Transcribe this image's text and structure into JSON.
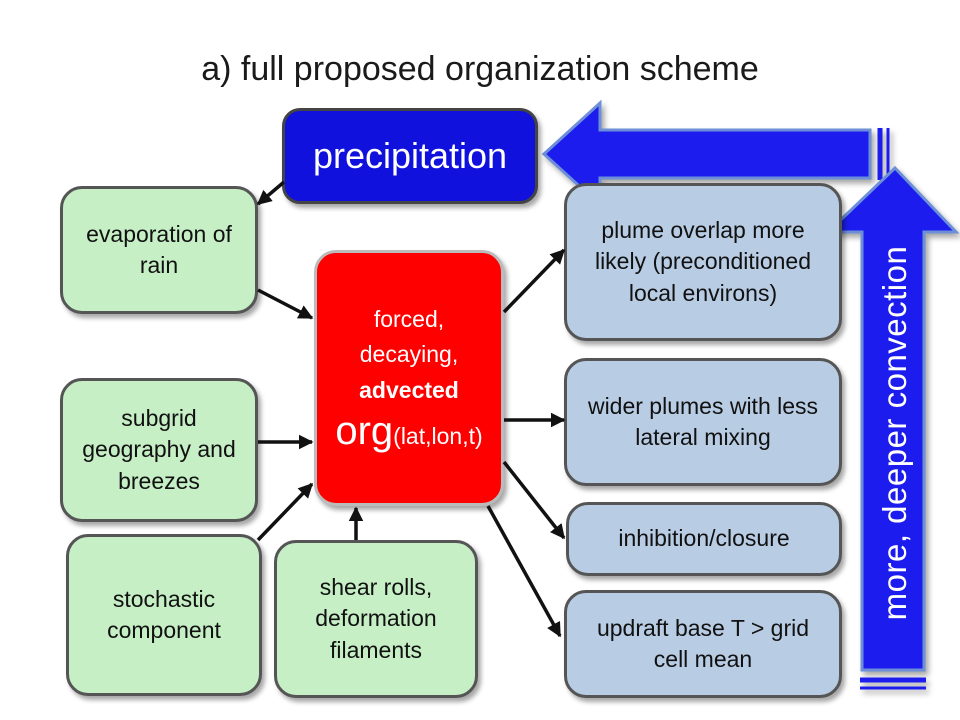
{
  "title": "a) full proposed organization scheme",
  "nodes": {
    "precipitation": "precipitation",
    "evaporation": "evaporation of rain",
    "subgrid": "subgrid geography and breezes",
    "stochastic": "stochastic component",
    "shear": "shear rolls, deformation filaments",
    "org": {
      "line1": "forced,",
      "line2": "decaying,",
      "line3": "advected",
      "big": "org",
      "sub": "(lat,lon,t)"
    },
    "plume_overlap": "plume overlap more likely (preconditioned local environs)",
    "wider_plumes": "wider plumes with less lateral mixing",
    "inhibition": "inhibition/closure",
    "updraft": "updraft base T > grid cell mean"
  },
  "feedback_label": "more, deeper convection",
  "colors": {
    "precipitation": "#1111dd",
    "org": "#ff0000",
    "input_nodes": "#c6efc6",
    "output_nodes": "#b8cce4",
    "feedback_arrow": "#1a1aee"
  }
}
